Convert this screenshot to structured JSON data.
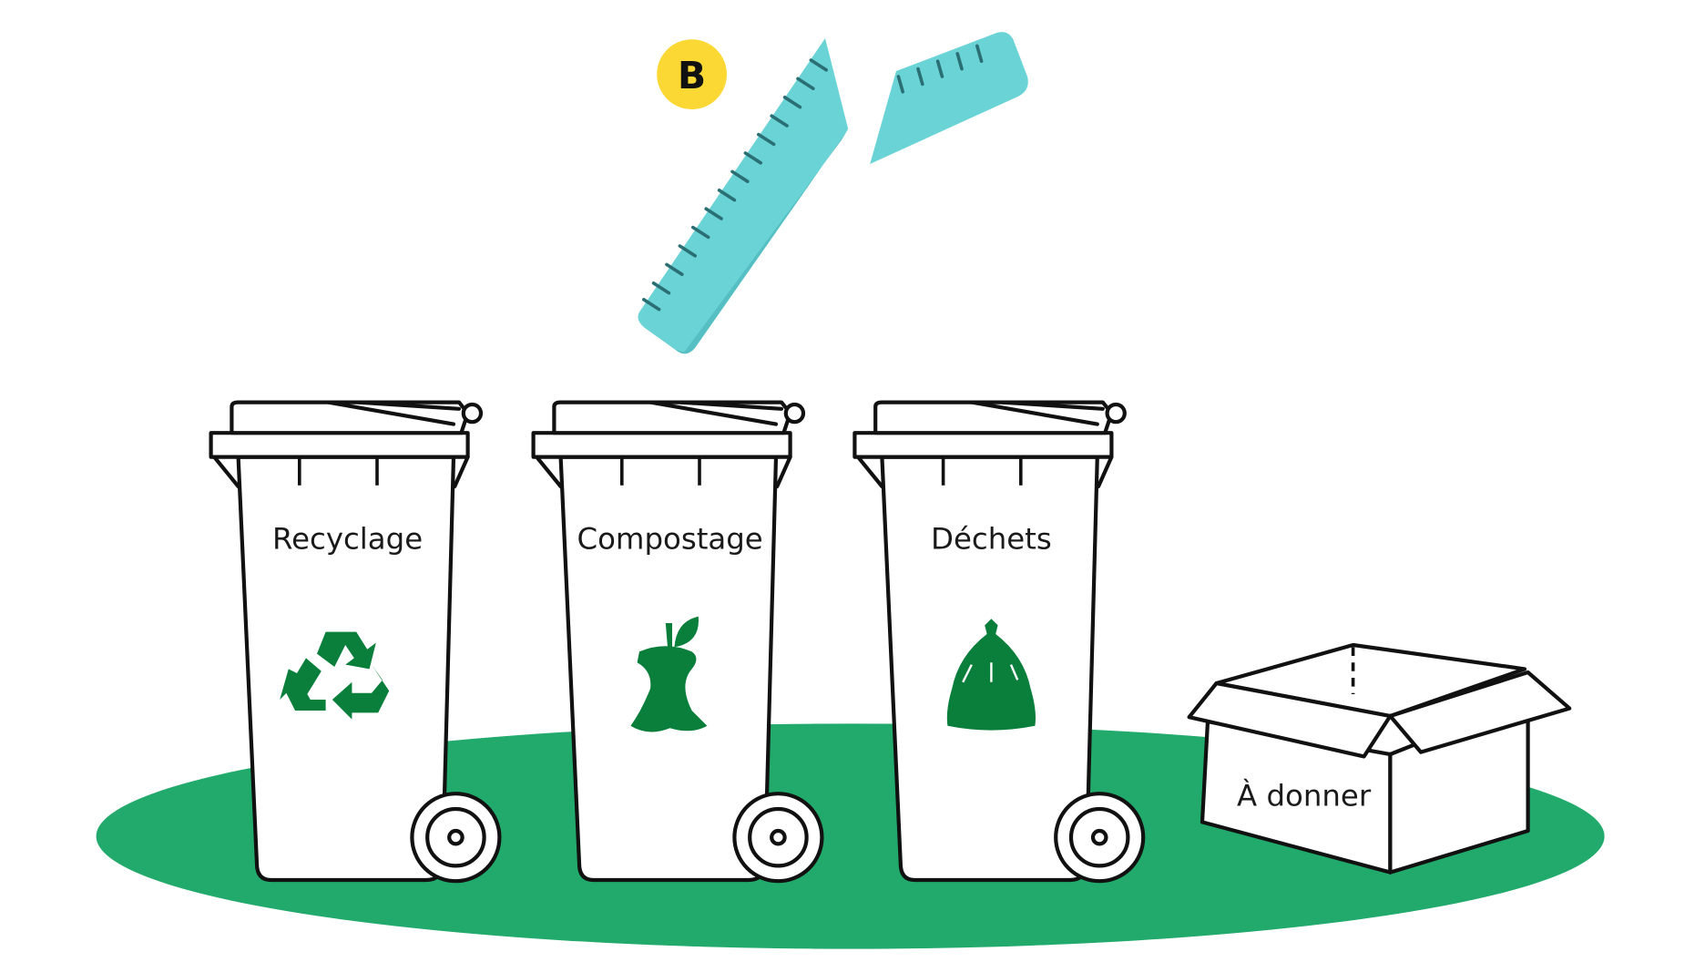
{
  "badge": {
    "label": "B",
    "color": "#fcd835"
  },
  "item": {
    "name": "broken-ruler",
    "color": "#6ad3d6"
  },
  "ground_color": "#21aa6b",
  "icon_color": "#0a7f3c",
  "bins": [
    {
      "label": "Recyclage",
      "icon": "recycle-icon"
    },
    {
      "label": "Compostage",
      "icon": "apple-core-icon"
    },
    {
      "label": "Déchets",
      "icon": "trash-bag-icon"
    }
  ],
  "box": {
    "label": "À donner"
  }
}
